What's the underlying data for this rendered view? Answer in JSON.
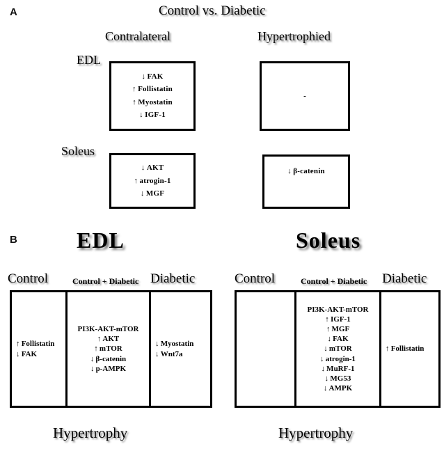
{
  "panelA": {
    "letter": "A",
    "title": "Control vs. Diabetic",
    "column_headers": [
      "Contralateral",
      "Hypertrophied"
    ],
    "row_headers": [
      "EDL",
      "Soleus"
    ],
    "boxes": {
      "edl_contralateral": {
        "entries": [
          {
            "arrow": "down",
            "label": "FAK"
          },
          {
            "arrow": "up",
            "label": "Follistatin"
          },
          {
            "arrow": "up",
            "label": "Myostatin"
          },
          {
            "arrow": "down",
            "label": "IGF-1"
          }
        ]
      },
      "edl_hypertrophied": {
        "entries": [],
        "placeholder": "-"
      },
      "soleus_contralateral": {
        "entries": [
          {
            "arrow": "down",
            "label": "AKT"
          },
          {
            "arrow": "up",
            "label": "atrogin-1"
          },
          {
            "arrow": "down",
            "label": "MGF"
          }
        ]
      },
      "soleus_hypertrophied": {
        "entries": [
          {
            "arrow": "down",
            "label": "β-catenin"
          }
        ]
      }
    }
  },
  "panelB": {
    "letter": "B",
    "groups": [
      {
        "title": "EDL",
        "bottom_label": "Hypertrophy",
        "columns": [
          {
            "header": "Control",
            "header_size": "big",
            "align": "left",
            "entries": [
              {
                "arrow": "up",
                "label": "Follistatin"
              },
              {
                "arrow": "down",
                "label": "FAK"
              }
            ]
          },
          {
            "header": "Control + Diabetic",
            "header_size": "small",
            "align": "center",
            "entries": [
              {
                "arrow": "none",
                "label": "PI3K-AKT-mTOR"
              },
              {
                "arrow": "up",
                "label": "AKT"
              },
              {
                "arrow": "up",
                "label": "mTOR"
              },
              {
                "arrow": "down",
                "label": "β-catenin"
              },
              {
                "arrow": "down",
                "label": "p-AMPK"
              }
            ]
          },
          {
            "header": "Diabetic",
            "header_size": "big",
            "align": "left",
            "entries": [
              {
                "arrow": "down",
                "label": "Myostatin"
              },
              {
                "arrow": "down",
                "label": "Wnt7a"
              }
            ]
          }
        ]
      },
      {
        "title": "Soleus",
        "bottom_label": "Hypertrophy",
        "columns": [
          {
            "header": "Control",
            "header_size": "big",
            "align": "left",
            "entries": []
          },
          {
            "header": "Control + Diabetic",
            "header_size": "small",
            "align": "center",
            "entries": [
              {
                "arrow": "none",
                "label": "PI3K-AKT-mTOR"
              },
              {
                "arrow": "up",
                "label": "IGF-1"
              },
              {
                "arrow": "up",
                "label": "MGF"
              },
              {
                "arrow": "down",
                "label": "FAK"
              },
              {
                "arrow": "down",
                "label": "mTOR"
              },
              {
                "arrow": "down",
                "label": "atrogin-1"
              },
              {
                "arrow": "down",
                "label": "MuRF-1"
              },
              {
                "arrow": "down",
                "label": "MG53"
              },
              {
                "arrow": "down",
                "label": "AMPK"
              }
            ]
          },
          {
            "header": "Diabetic",
            "header_size": "big",
            "align": "left",
            "entries": [
              {
                "arrow": "up",
                "label": "Follistatin"
              }
            ]
          }
        ]
      }
    ]
  },
  "glyphs": {
    "up": "↑",
    "down": "↓",
    "none": ""
  },
  "colors": {
    "ink": "#000000",
    "page": "#ffffff",
    "shadow": "#6e6e6e"
  }
}
